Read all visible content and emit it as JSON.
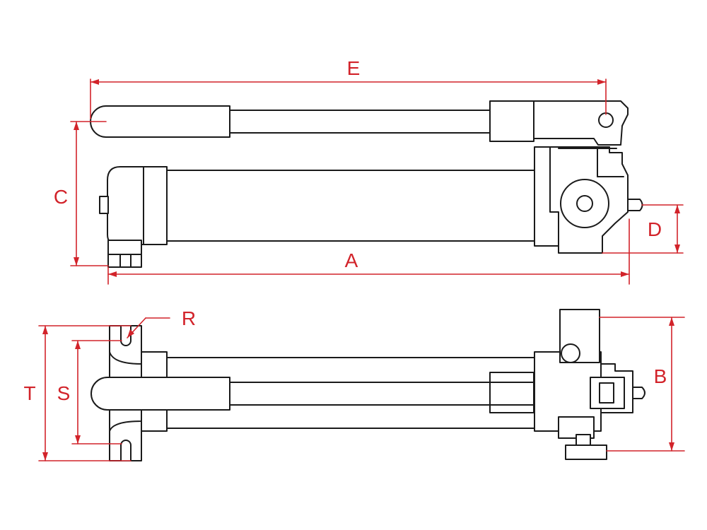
{
  "colors": {
    "outline": "#1a1a1a",
    "dimension": "#d2232a",
    "background": "#ffffff"
  },
  "side_view": {
    "dimensions": {
      "e": "E",
      "c": "C",
      "a": "A",
      "d": "D"
    }
  },
  "top_view": {
    "dimensions": {
      "r": "R",
      "t": "T",
      "s": "S",
      "b": "B"
    }
  }
}
